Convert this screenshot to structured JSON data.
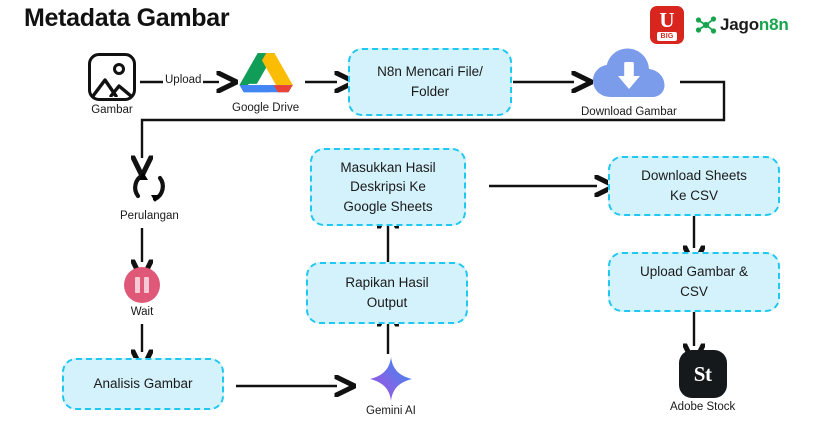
{
  "page": {
    "title": "Metadata Gambar",
    "background": "#ffffff"
  },
  "colors": {
    "box_fill": "#d4f2fb",
    "box_border": "#1fc8f0",
    "text": "#1a1a1a",
    "brand_red": "#d8261f",
    "brand_green": "#18a44c",
    "wait_pink": "#e05878",
    "cloud_blue": "#7b9cea",
    "adobe_black": "#16191c"
  },
  "brand": {
    "ubig": {
      "letter": "U",
      "tag": "BIG",
      "name": "ubig-logo"
    },
    "jagon8n": {
      "prefix": "Jago",
      "suffix": "n8n",
      "name": "jagon8n-logo"
    }
  },
  "nodes": {
    "gambar": {
      "label": "Gambar",
      "icon": "image-icon"
    },
    "google_drive": {
      "label": "Google Drive",
      "icon": "google-drive-icon"
    },
    "download_gambar": {
      "label": "Download Gambar",
      "icon": "cloud-download-icon"
    },
    "perulangan": {
      "label": "Perulangan",
      "icon": "loop-arrows-icon"
    },
    "wait": {
      "label": "Wait",
      "icon": "pause-icon"
    },
    "gemini": {
      "label": "Gemini AI",
      "icon": "gemini-sparkle-icon"
    },
    "adobe_stock": {
      "label": "Adobe Stock",
      "icon": "adobe-stock-icon",
      "mark": "St"
    }
  },
  "boxes": {
    "n8n_cari": {
      "line1": "N8n Mencari File/",
      "line2": "Folder"
    },
    "masukkan": {
      "line1": "Masukkan Hasil",
      "line2": "Deskripsi Ke",
      "line3": "Google Sheets"
    },
    "download_sheets": {
      "line1": "Download Sheets",
      "line2": "Ke CSV"
    },
    "upload_gambar_csv": {
      "line1": "Upload Gambar &",
      "line2": "CSV"
    },
    "rapikan": {
      "line1": "Rapikan Hasil",
      "line2": "Output"
    },
    "analisis": {
      "line1": "Analisis Gambar"
    }
  },
  "edges": {
    "upload_label": "Upload"
  }
}
